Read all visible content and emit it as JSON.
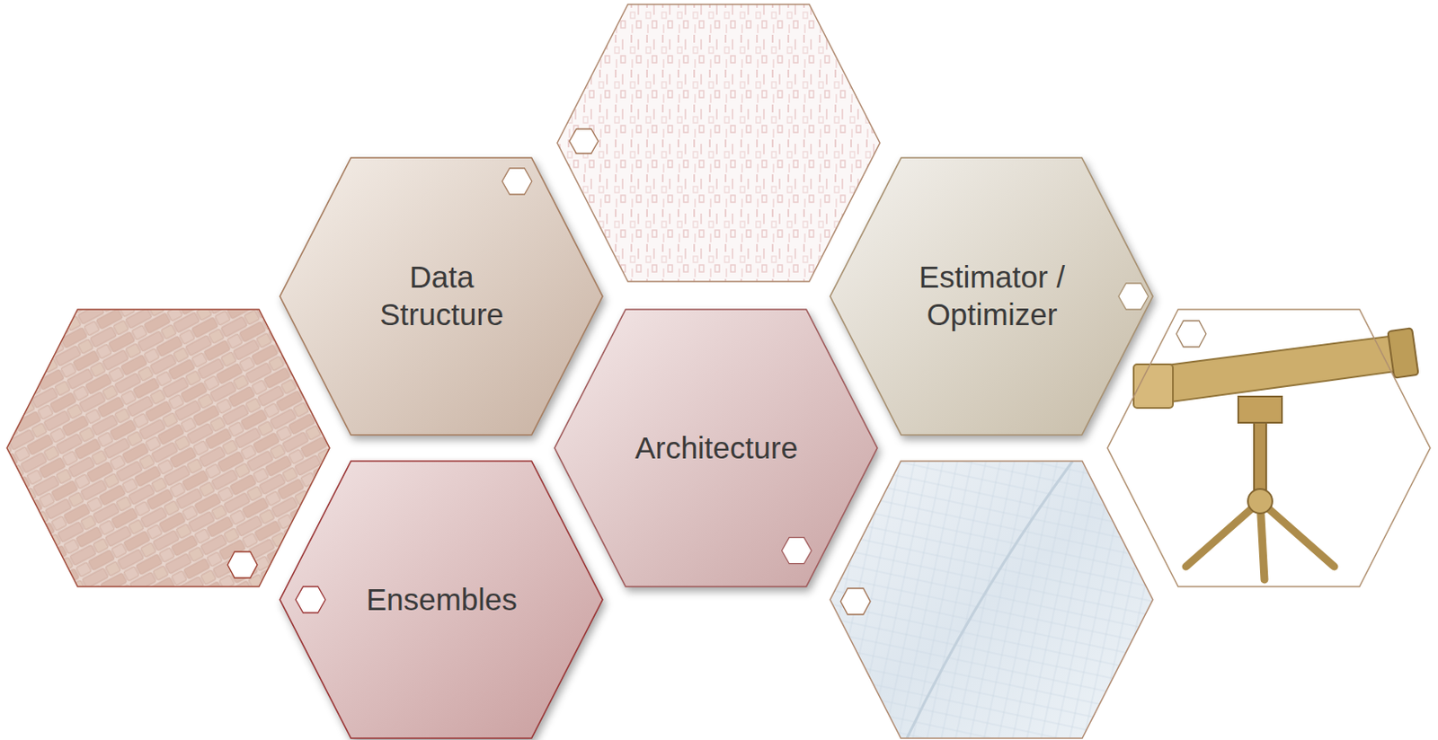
{
  "diagram": {
    "nodes": [
      {
        "text": [
          "Data Structure"
        ]
      },
      {
        "text": [
          "Estimator / Optimizer"
        ]
      },
      {
        "text": [
          "Architecture"
        ]
      },
      {
        "text": [
          "Ensembles"
        ]
      }
    ]
  }
}
